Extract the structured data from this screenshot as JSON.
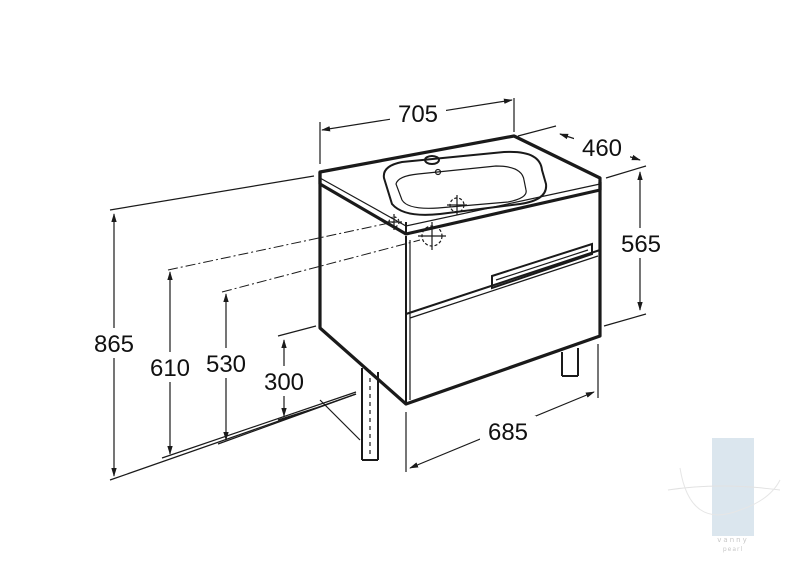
{
  "dimensions": {
    "width_top": "705",
    "depth": "460",
    "height_cabinet": "565",
    "height_total": "865",
    "height_610": "610",
    "height_530": "530",
    "height_300": "300",
    "width_bottom": "685"
  },
  "watermark": {
    "line1": "vanny",
    "line2": "pearl"
  },
  "colors": {
    "ink": "#1a1a1a",
    "watermark": "#dbe6ee"
  }
}
